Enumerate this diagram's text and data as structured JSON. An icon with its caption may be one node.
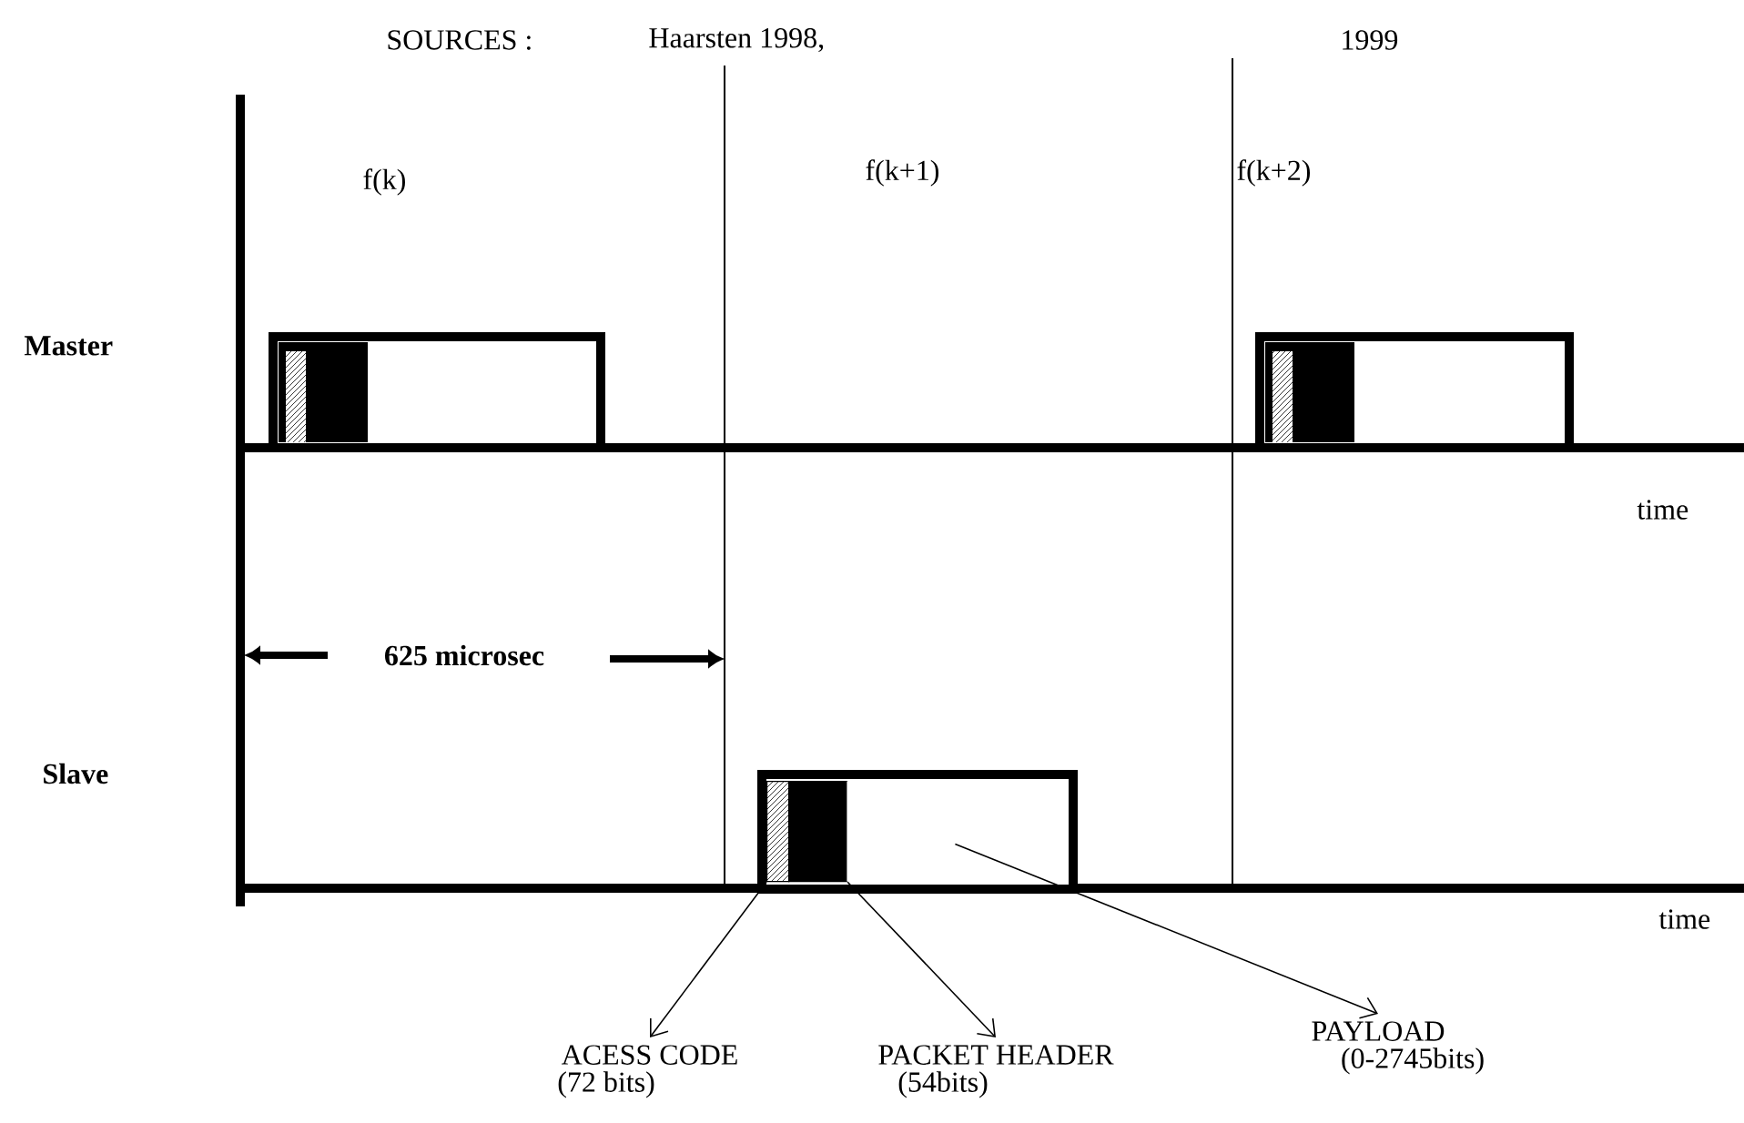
{
  "diagram": {
    "nodes": [
      {
        "text": [],
        "shape": "box"
      },
      {
        "text": [],
        "shape": "box",
        "in": 0
      },
      {
        "text": [],
        "shape": "box",
        "in": 0
      },
      {
        "text": [],
        "shape": "box",
        "in": 0
      },
      {
        "text": [
          "ACESS CODE",
          "(72 bits)"
        ]
      },
      {
        "text": [
          "PACKET HEADER",
          "(54bits)"
        ]
      },
      {
        "text": [
          "PAYLOAD",
          "(0-2745bits)"
        ]
      }
    ],
    "edges": [
      {
        "from": 1,
        "to": 4,
        "arrow": "to"
      },
      {
        "from": 2,
        "to": 5,
        "arrow": "to"
      },
      {
        "from": 3,
        "to": 6,
        "arrow": "to"
      }
    ],
    "labels": [
      "SOURCES :",
      "Haarsten 1998,",
      "1999",
      "f(k)",
      "f(k+1)",
      "f(k+2)",
      "Master",
      "time",
      "625 microsec",
      "Slave",
      "time"
    ]
  }
}
